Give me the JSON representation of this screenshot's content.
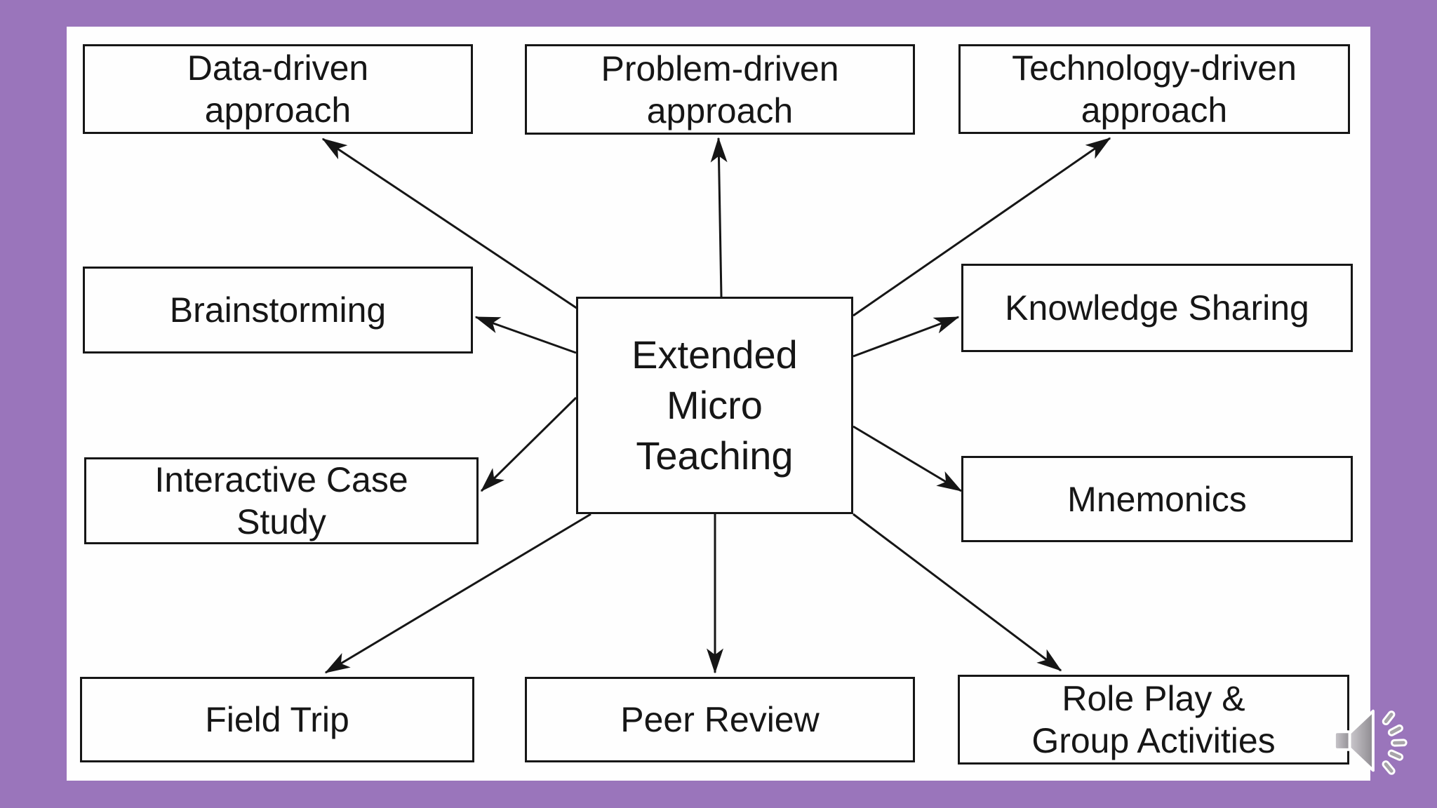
{
  "slide": {
    "kind": "presentation-slide-diagram",
    "colors": {
      "frame_background": "#9a75bb",
      "canvas_background": "#fefefe",
      "box_border": "#161616",
      "arrow": "#161616",
      "text": "#161616",
      "speaker_gray": "#a7a4a9"
    }
  },
  "center_node": {
    "label": "Extended\nMicro\nTeaching"
  },
  "nodes": [
    {
      "id": "data-driven",
      "label": "Data-driven\napproach"
    },
    {
      "id": "problem-driven",
      "label": "Problem-driven\napproach"
    },
    {
      "id": "technology-driven",
      "label": "Technology-driven\napproach"
    },
    {
      "id": "brainstorming",
      "label": "Brainstorming"
    },
    {
      "id": "knowledge-sharing",
      "label": "Knowledge Sharing"
    },
    {
      "id": "interactive-case-study",
      "label": "Interactive Case\nStudy"
    },
    {
      "id": "mnemonics",
      "label": "Mnemonics"
    },
    {
      "id": "field-trip",
      "label": "Field Trip"
    },
    {
      "id": "peer-review",
      "label": "Peer Review"
    },
    {
      "id": "role-play",
      "label": "Role Play &\nGroup Activities"
    }
  ],
  "icons": {
    "audio": "speaker-with-sound-waves"
  }
}
